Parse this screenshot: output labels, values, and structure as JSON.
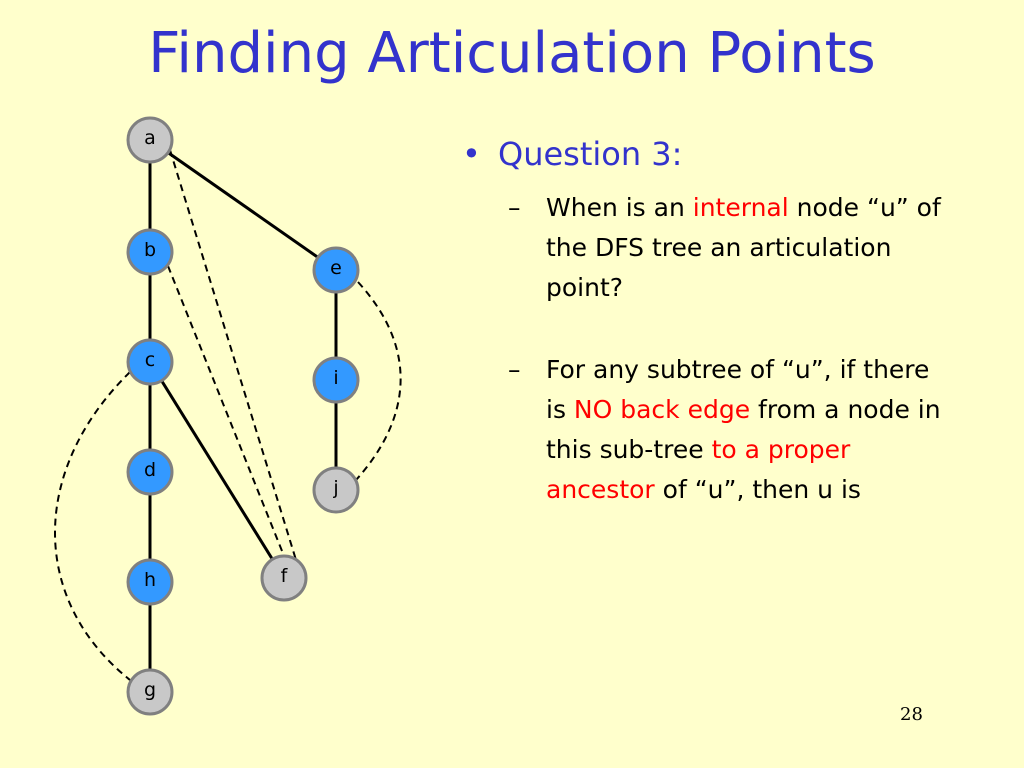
{
  "title": "Finding Articulation Points",
  "question": {
    "bullet": "•",
    "label": "Question 3:"
  },
  "points": [
    {
      "dash": "–",
      "segments": [
        {
          "text": "When is an ",
          "color": "#000000"
        },
        {
          "text": "internal",
          "color": "#ff0000"
        },
        {
          "text": " node “u” of the DFS tree an articulation point?",
          "color": "#000000"
        }
      ]
    },
    {
      "dash": "–",
      "segments": [
        {
          "text": "For any subtree of “u”, if there is ",
          "color": "#000000"
        },
        {
          "text": "NO back edge",
          "color": "#ff0000"
        },
        {
          "text": " from a node in this sub-tree ",
          "color": "#000000"
        },
        {
          "text": "to a proper ancestor",
          "color": "#ff0000"
        },
        {
          "text": " of “u”, then u is",
          "color": "#000000"
        }
      ]
    }
  ],
  "page_number": "28",
  "graph": {
    "nodes": [
      {
        "id": "a",
        "label": "a",
        "fill": "gray"
      },
      {
        "id": "b",
        "label": "b",
        "fill": "blue"
      },
      {
        "id": "c",
        "label": "c",
        "fill": "blue"
      },
      {
        "id": "d",
        "label": "d",
        "fill": "blue"
      },
      {
        "id": "h",
        "label": "h",
        "fill": "blue"
      },
      {
        "id": "g",
        "label": "g",
        "fill": "gray"
      },
      {
        "id": "e",
        "label": "e",
        "fill": "blue"
      },
      {
        "id": "i",
        "label": "i",
        "fill": "blue"
      },
      {
        "id": "j",
        "label": "j",
        "fill": "gray"
      },
      {
        "id": "f",
        "label": "f",
        "fill": "gray"
      }
    ],
    "tree_edges": [
      [
        "a",
        "b"
      ],
      [
        "b",
        "c"
      ],
      [
        "c",
        "d"
      ],
      [
        "d",
        "h"
      ],
      [
        "h",
        "g"
      ],
      [
        "a",
        "e"
      ],
      [
        "e",
        "i"
      ],
      [
        "i",
        "j"
      ],
      [
        "c",
        "f"
      ]
    ],
    "back_edges": [
      [
        "a",
        "f"
      ],
      [
        "b",
        "f"
      ],
      [
        "c",
        "g"
      ],
      [
        "e",
        "j"
      ]
    ],
    "colors": {
      "node_blue": "#3399ff",
      "node_gray": "#c8c8c8",
      "title": "#3333cc",
      "highlight": "#ff0000",
      "background": "#ffffcc"
    }
  }
}
